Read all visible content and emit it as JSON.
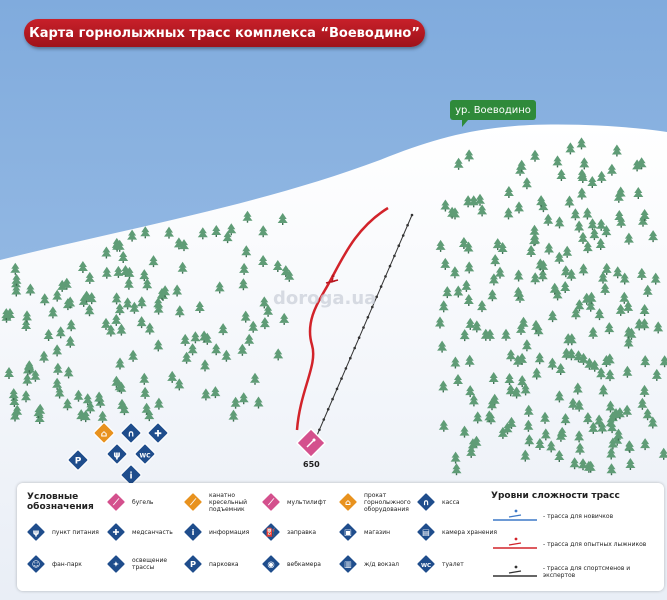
{
  "title": "Карта горнолыжных трасс комплекса “Воеводино”",
  "village_label": "ур. Воеводино",
  "watermark": "dorogа.ua",
  "lift_number": "650",
  "colors": {
    "sky": "#8bb3e1",
    "snow": "#f4f7fb",
    "title_red": "#b8161f",
    "icon_blue": "#1f4d8c",
    "icon_orange": "#e8921e",
    "icon_pink": "#d4508d",
    "beginner_blue": "#3d78c7",
    "advanced_red": "#d2232a",
    "expert_black": "#333333"
  },
  "legend": {
    "title": "Условные обозначения",
    "items": [
      {
        "label": "бугель",
        "icon": "tow-lift-icon",
        "color": "pink"
      },
      {
        "label": "канатно кресельный подъемник",
        "icon": "chairlift-icon",
        "color": "orange"
      },
      {
        "label": "мультилифт",
        "icon": "multilift-icon",
        "color": "pink"
      },
      {
        "label": "прокат горнолыжного оборудования",
        "icon": "rental-icon",
        "color": "orange"
      },
      {
        "label": "касса",
        "icon": "ticket-office-icon",
        "color": "blue"
      },
      {
        "label": "пункт питания",
        "icon": "food-icon",
        "color": "blue"
      },
      {
        "label": "медсанчасть",
        "icon": "medical-icon",
        "color": "blue"
      },
      {
        "label": "информация",
        "icon": "info-icon",
        "color": "blue"
      },
      {
        "label": "заправка",
        "icon": "gas-station-icon",
        "color": "blue"
      },
      {
        "label": "магазин",
        "icon": "shop-icon",
        "color": "blue"
      },
      {
        "label": "камера хранения",
        "icon": "luggage-icon",
        "color": "blue"
      },
      {
        "label": "фан-парк",
        "icon": "fun-park-icon",
        "color": "blue"
      },
      {
        "label": "освещение трассы",
        "icon": "lighting-icon",
        "color": "blue"
      },
      {
        "label": "парковка",
        "icon": "parking-icon",
        "color": "blue"
      },
      {
        "label": "вебкамера",
        "icon": "webcam-icon",
        "color": "blue"
      },
      {
        "label": "ж/д вокзал",
        "icon": "train-station-icon",
        "color": "blue"
      },
      {
        "label": "туалет",
        "icon": "toilet-icon",
        "color": "blue"
      }
    ]
  },
  "difficulty": {
    "title": "Уровни сложности трасс",
    "levels": [
      {
        "label": "- трасса для новичков",
        "color": "#3d78c7"
      },
      {
        "label": "- трасса для опытных лыжников",
        "color": "#d2232a"
      },
      {
        "label": "- трасса для спортсменов и экспертов",
        "color": "#333333"
      }
    ]
  },
  "map_icons": [
    {
      "name": "rental-icon",
      "glyph": "⌂",
      "color": "orange"
    },
    {
      "name": "ticket-office-icon",
      "glyph": "∩",
      "color": "blue"
    },
    {
      "name": "medical-icon",
      "glyph": "✚",
      "color": "blue"
    },
    {
      "name": "food-icon",
      "glyph": "ψ",
      "color": "blue"
    },
    {
      "name": "toilet-icon",
      "glyph": "WC",
      "color": "blue"
    },
    {
      "name": "parking-icon",
      "glyph": "P",
      "color": "blue"
    },
    {
      "name": "info-icon",
      "glyph": "i",
      "color": "blue"
    }
  ]
}
